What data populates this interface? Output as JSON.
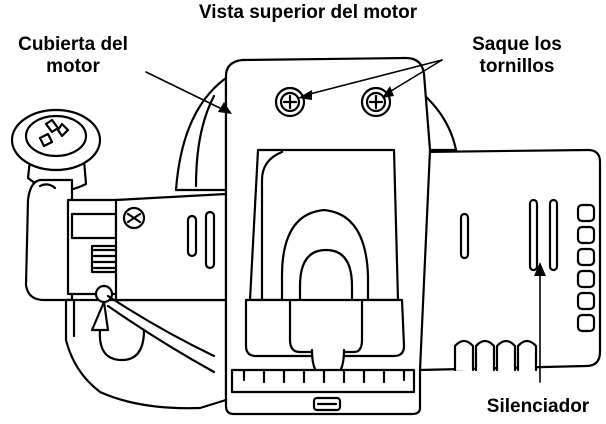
{
  "title": "Vista superior del motor",
  "labels": {
    "engine_cover": [
      "Cubierta del",
      "motor"
    ],
    "screws": [
      "Saque los",
      "tornillos"
    ],
    "muffler": "Silenciador"
  }
}
